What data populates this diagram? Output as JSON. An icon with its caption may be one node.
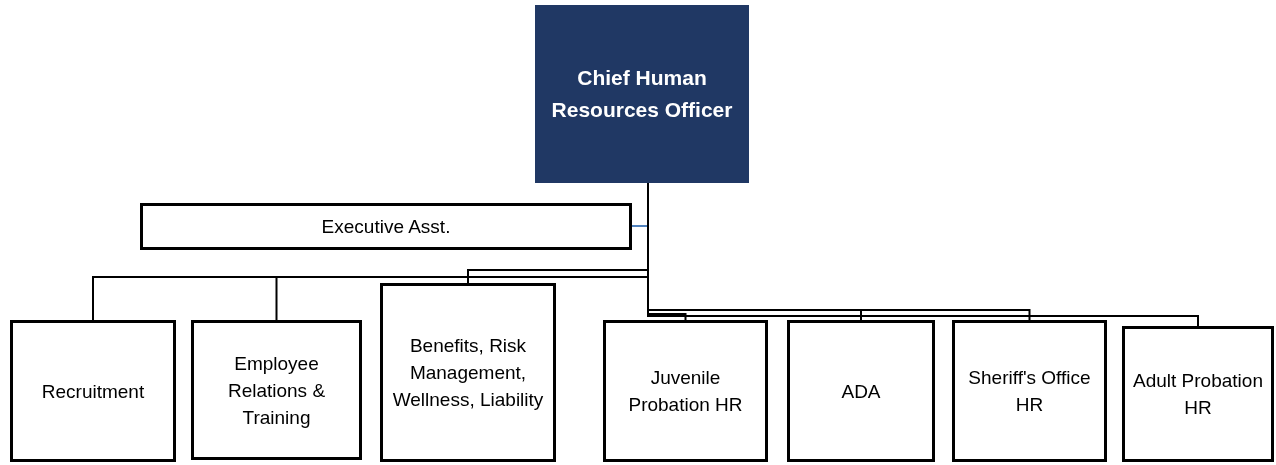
{
  "diagram": {
    "nodes": [
      {
        "text": [
          "Chief Human Resources Officer"
        ]
      },
      {
        "text": [
          "Executive Asst."
        ]
      },
      {
        "text": [
          "Recruitment"
        ]
      },
      {
        "text": [
          "Employee Relations & Training"
        ]
      },
      {
        "text": [
          "Benefits, Risk Management, Wellness, Liability"
        ]
      },
      {
        "text": [
          "Juvenile Probation HR"
        ]
      },
      {
        "text": [
          "ADA"
        ]
      },
      {
        "text": [
          "Sheriff's Office HR"
        ]
      },
      {
        "text": [
          "Adult Probation HR"
        ]
      }
    ],
    "edges": [
      {
        "from": 0,
        "to": 1,
        "arrow": "none",
        "color": "#4f81bd"
      },
      {
        "from": 0,
        "to": 2,
        "arrow": "none"
      },
      {
        "from": 0,
        "to": 3,
        "arrow": "none"
      },
      {
        "from": 0,
        "to": 4,
        "arrow": "none"
      },
      {
        "from": 0,
        "to": 5,
        "arrow": "none"
      },
      {
        "from": 0,
        "to": 6,
        "arrow": "none"
      },
      {
        "from": 0,
        "to": 7,
        "arrow": "none"
      },
      {
        "from": 0,
        "to": 8,
        "arrow": "none"
      }
    ]
  }
}
